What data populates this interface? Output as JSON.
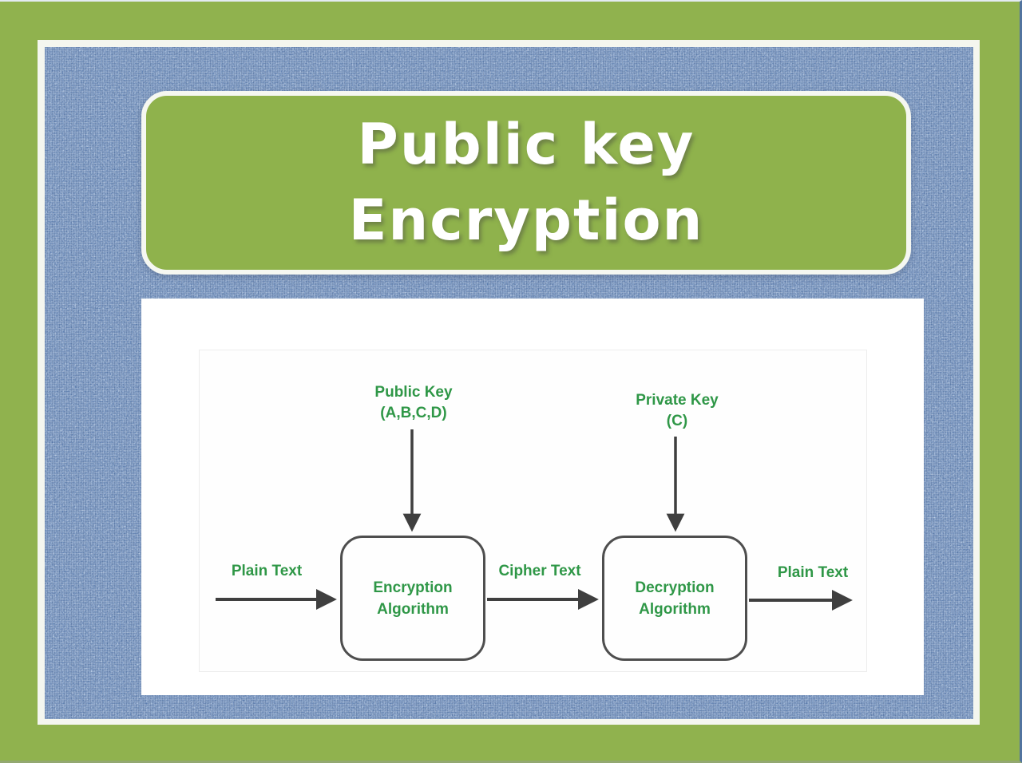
{
  "slide": {
    "title_line1": "Public key",
    "title_line2": "Encryption"
  },
  "diagram": {
    "public_key_label": "Public Key",
    "public_key_value": "(A,B,C,D)",
    "private_key_label": "Private Key",
    "private_key_value": "(C)",
    "encryption_box_line1": "Encryption",
    "encryption_box_line2": "Algorithm",
    "decryption_box_line1": "Decryption",
    "decryption_box_line2": "Algorithm",
    "input_label": "Plain Text",
    "cipher_label": "Cipher Text",
    "output_label": "Plain Text"
  },
  "colors": {
    "frame_green": "#90b24e",
    "banner_green": "#8fb24c",
    "denim_blue": "#5679ad",
    "diagram_text_green": "#2f9747",
    "arrow_gray": "#3f3f3f",
    "box_border_gray": "#4e4e4e",
    "title_white": "#ffffff"
  }
}
